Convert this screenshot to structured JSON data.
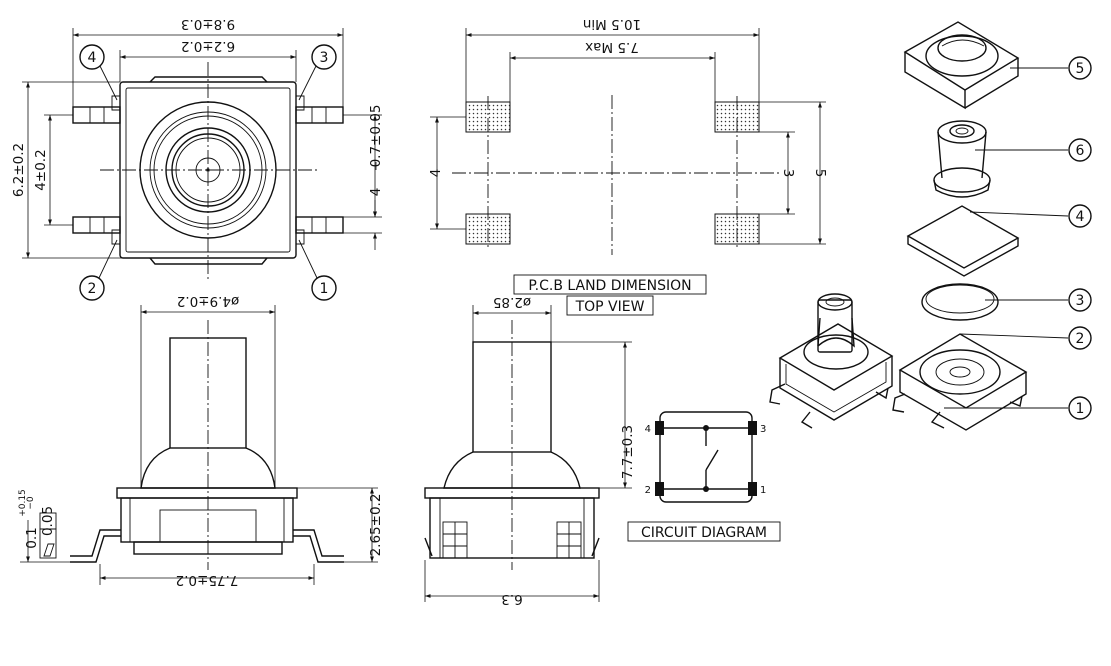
{
  "dimensions": {
    "top_width_outer": "9.8±0.3",
    "top_width_inner": "6.2±0.2",
    "top_height_outer": "6.2±0.2",
    "top_height_inner": "4±0.2",
    "terminal_pitch": "4",
    "terminal_width": "0.7±0.05",
    "pcb_total": "10.5 Min",
    "pcb_inner": "7.5 Max",
    "pcb_pad_gap": "4",
    "pcb_height": "5",
    "pcb_pad_pitch": "3",
    "side_stem_dia": "ø4.9±0.2",
    "side_base_width": "7.75±0.2",
    "side_base_height": "2.65±0.2",
    "flatness_tol": "0.1",
    "flatness_sup": "+0.15",
    "flatness_sub": "−0",
    "flatness_box": "0.05",
    "front_stem_dia": "ø2.85",
    "front_height": "7.7±0.3",
    "front_width": "6.3"
  },
  "labels": {
    "pcb_title": "P.C.B LAND DIMENSION",
    "top_view": "TOP VIEW",
    "circuit": "CIRCUIT DIAGRAM"
  },
  "callouts": {
    "top_view": [
      "1",
      "2",
      "3",
      "4"
    ],
    "parts": [
      "5",
      "6",
      "4",
      "3",
      "2",
      "1"
    ]
  },
  "circuit_pins": [
    "4",
    "3",
    "2",
    "1"
  ]
}
